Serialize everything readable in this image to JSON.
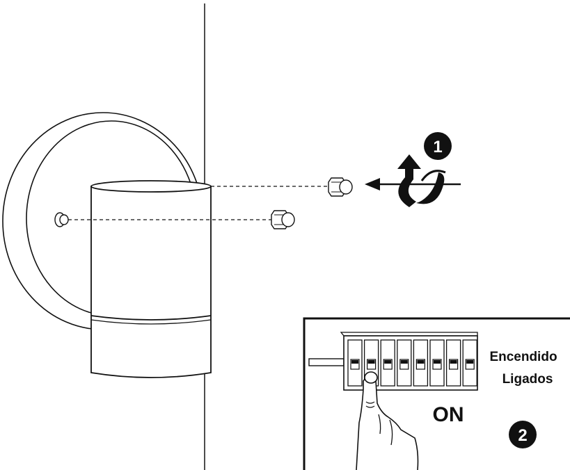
{
  "steps": {
    "step1": "1",
    "step2": "2"
  },
  "inset": {
    "label_line1": "Encendido",
    "label_line2": "Ligados",
    "on_label": "ON"
  },
  "dip_switch_count": 8,
  "colors": {
    "stroke": "#111111",
    "background": "#ffffff"
  }
}
